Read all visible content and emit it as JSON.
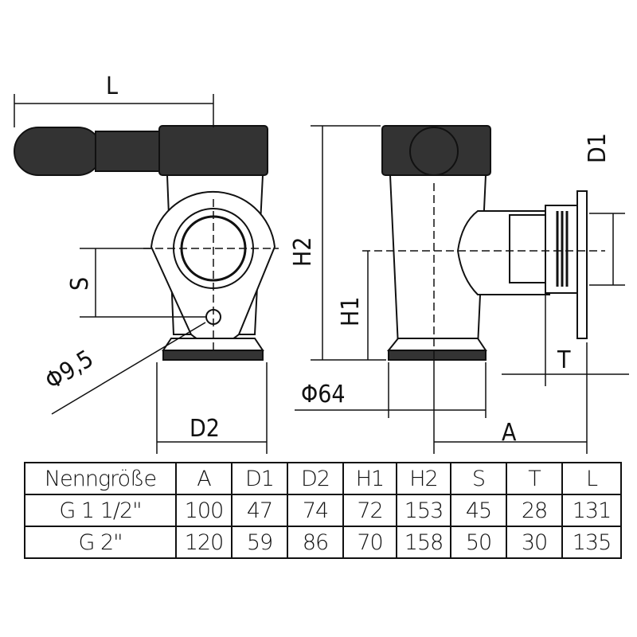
{
  "drawing": {
    "labels": {
      "L": "L",
      "H2": "H2",
      "H1": "H1",
      "D1": "D1",
      "D2": "D2",
      "S": "S",
      "T": "T",
      "A": "A",
      "dia_hole": "Φ9,5",
      "dia_flange": "Φ64"
    }
  },
  "table": {
    "headers": [
      "Nenngröße",
      "A",
      "D1",
      "D2",
      "H1",
      "H2",
      "S",
      "T",
      "L"
    ],
    "rows": [
      [
        "G 1 1/2\"",
        "100",
        "47",
        "74",
        "72",
        "153",
        "45",
        "28",
        "131"
      ],
      [
        "G 2\"",
        "120",
        "59",
        "86",
        "70",
        "158",
        "50",
        "30",
        "135"
      ]
    ]
  }
}
